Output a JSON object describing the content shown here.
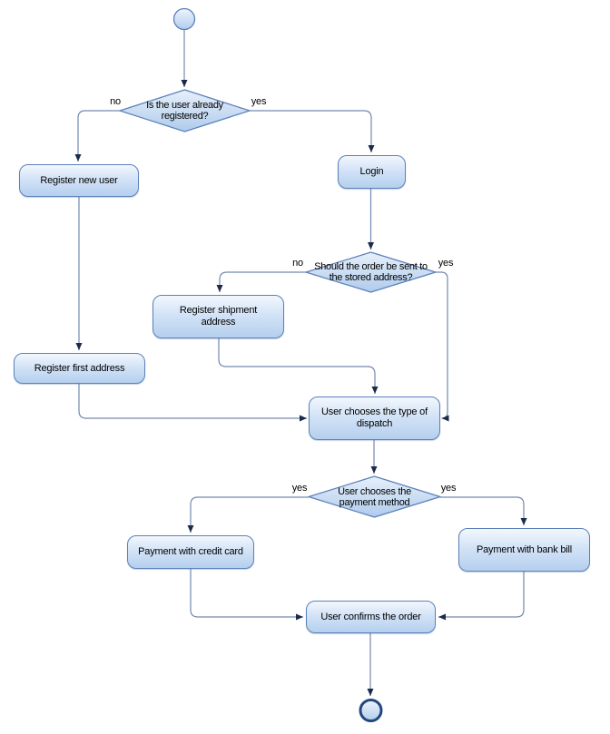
{
  "diagram": {
    "type": "uml-activity-flowchart",
    "nodes": {
      "start": {
        "kind": "initial-node"
      },
      "decision_registered": {
        "label": "Is the user already registered?"
      },
      "register_new_user": {
        "label": "Register new user"
      },
      "login": {
        "label": "Login"
      },
      "decision_stored_address": {
        "label": "Should the order be sent to the stored address?"
      },
      "register_shipment_address": {
        "label": "Register shipment address"
      },
      "register_first_address": {
        "label": "Register first address"
      },
      "choose_dispatch": {
        "label": "User chooses the type of dispatch"
      },
      "decision_payment": {
        "label": "User chooses the payment method"
      },
      "payment_credit_card": {
        "label": "Payment with credit card"
      },
      "payment_bank_bill": {
        "label": "Payment with bank bill"
      },
      "confirm_order": {
        "label": "User confirms the order"
      },
      "end": {
        "kind": "final-node"
      }
    },
    "edge_labels": {
      "registered_no": "no",
      "registered_yes": "yes",
      "stored_no": "no",
      "stored_yes": "yes",
      "payment_left": "yes",
      "payment_right": "yes"
    },
    "colors": {
      "node_fill_top": "#f2f7fd",
      "node_fill_bottom": "#b5cfee",
      "node_border": "#5c81ba",
      "edge_line": "#7389ae",
      "arrowhead": "#1c2b4a",
      "final_node_border": "#24477e",
      "text": "#000000",
      "background": "#ffffff"
    }
  }
}
